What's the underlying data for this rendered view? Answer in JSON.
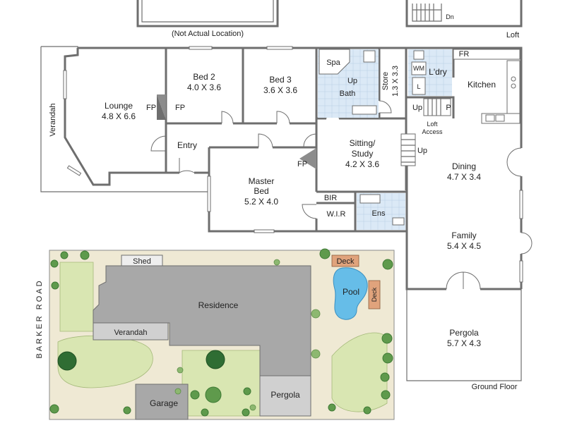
{
  "plan": {
    "not_actual_location": "(Not Actual Location)",
    "loft_label": "Loft",
    "dn_label": "Dn",
    "ground_floor_label": "Ground Floor",
    "rooms": {
      "lounge": {
        "name": "Lounge",
        "size": "4.8 X 6.6"
      },
      "bed2": {
        "name": "Bed 2",
        "size": "4.0 X 3.6"
      },
      "bed3": {
        "name": "Bed 3",
        "size": "3.6 X 3.6"
      },
      "master": {
        "name": "Master",
        "name2": "Bed",
        "size": "5.2 X 4.0"
      },
      "sitting": {
        "name": "Sitting/",
        "name2": "Study",
        "size": "4.2 X 3.6"
      },
      "dining": {
        "name": "Dining",
        "size": "4.7 X 3.4"
      },
      "family": {
        "name": "Family",
        "size": "5.4 X 4.5"
      },
      "pergola": {
        "name": "Pergola",
        "size": "5.7 X 4.3"
      },
      "kitchen": {
        "name": "Kitchen"
      },
      "entry": {
        "name": "Entry"
      },
      "verandah": {
        "name": "Verandah"
      },
      "spa": {
        "name": "Spa"
      },
      "bath": {
        "name": "Bath"
      },
      "bath_up": {
        "name": "Up"
      },
      "store": {
        "name": "Store",
        "size": "1.3 X 3.3"
      },
      "laundry": {
        "name": "L'dry"
      },
      "fr": {
        "name": "FR"
      },
      "wm": {
        "name": "WM"
      },
      "l": {
        "name": "L"
      },
      "p": {
        "name": "P"
      },
      "up_loft": {
        "name": "Up"
      },
      "loft_access": {
        "name": "Loft",
        "name2": "Access"
      },
      "up_stairs": {
        "name": "Up"
      },
      "bir": {
        "name": "BIR"
      },
      "wir": {
        "name": "W.I.R"
      },
      "ens": {
        "name": "Ens"
      },
      "fp1": {
        "name": "FP"
      },
      "fp2": {
        "name": "FP"
      },
      "fp3": {
        "name": "FP"
      }
    }
  },
  "site": {
    "road": "BARKER ROAD",
    "residence": "Residence",
    "shed": "Shed",
    "verandah": "Verandah",
    "garage": "Garage",
    "pergola": "Pergola",
    "pool": "Pool",
    "deck1": "Deck",
    "deck2": "Deck"
  }
}
